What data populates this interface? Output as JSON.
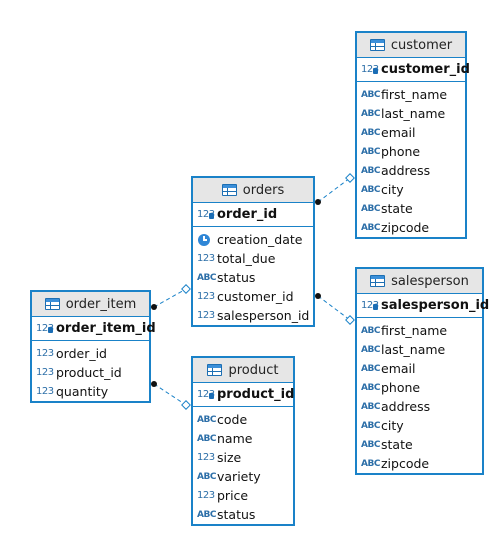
{
  "entities": {
    "customer": {
      "title": "customer",
      "pk": {
        "icon": "123",
        "name": "customer_id"
      },
      "columns": [
        {
          "icon": "ABC",
          "name": "first_name"
        },
        {
          "icon": "ABC",
          "name": "last_name"
        },
        {
          "icon": "ABC",
          "name": "email"
        },
        {
          "icon": "ABC",
          "name": "phone"
        },
        {
          "icon": "ABC",
          "name": "address"
        },
        {
          "icon": "ABC",
          "name": "city"
        },
        {
          "icon": "ABC",
          "name": "state"
        },
        {
          "icon": "ABC",
          "name": "zipcode"
        }
      ]
    },
    "orders": {
      "title": "orders",
      "pk": {
        "icon": "123",
        "name": "order_id"
      },
      "columns": [
        {
          "icon": "clock",
          "name": "creation_date"
        },
        {
          "icon": "123",
          "name": "total_due"
        },
        {
          "icon": "ABC",
          "name": "status"
        },
        {
          "icon": "123",
          "name": "customer_id"
        },
        {
          "icon": "123",
          "name": "salesperson_id"
        }
      ]
    },
    "order_item": {
      "title": "order_item",
      "pk": {
        "icon": "123",
        "name": "order_item_id"
      },
      "columns": [
        {
          "icon": "123",
          "name": "order_id"
        },
        {
          "icon": "123",
          "name": "product_id"
        },
        {
          "icon": "123",
          "name": "quantity"
        }
      ]
    },
    "salesperson": {
      "title": "salesperson",
      "pk": {
        "icon": "123",
        "name": "salesperson_id"
      },
      "columns": [
        {
          "icon": "ABC",
          "name": "first_name"
        },
        {
          "icon": "ABC",
          "name": "last_name"
        },
        {
          "icon": "ABC",
          "name": "email"
        },
        {
          "icon": "ABC",
          "name": "phone"
        },
        {
          "icon": "ABC",
          "name": "address"
        },
        {
          "icon": "ABC",
          "name": "city"
        },
        {
          "icon": "ABC",
          "name": "state"
        },
        {
          "icon": "ABC",
          "name": "zipcode"
        }
      ]
    },
    "product": {
      "title": "product",
      "pk": {
        "icon": "123",
        "name": "product_id"
      },
      "columns": [
        {
          "icon": "ABC",
          "name": "code"
        },
        {
          "icon": "ABC",
          "name": "name"
        },
        {
          "icon": "123",
          "name": "size"
        },
        {
          "icon": "ABC",
          "name": "variety"
        },
        {
          "icon": "123",
          "name": "price"
        },
        {
          "icon": "ABC",
          "name": "status"
        }
      ]
    }
  },
  "relationships": [
    {
      "from": "orders",
      "to": "customer"
    },
    {
      "from": "orders",
      "to": "salesperson"
    },
    {
      "from": "order_item",
      "to": "orders"
    },
    {
      "from": "order_item",
      "to": "product"
    }
  ],
  "colors": {
    "border": "#1a82c8",
    "header": "#e6e6e6",
    "connector": "#1a82c8"
  }
}
